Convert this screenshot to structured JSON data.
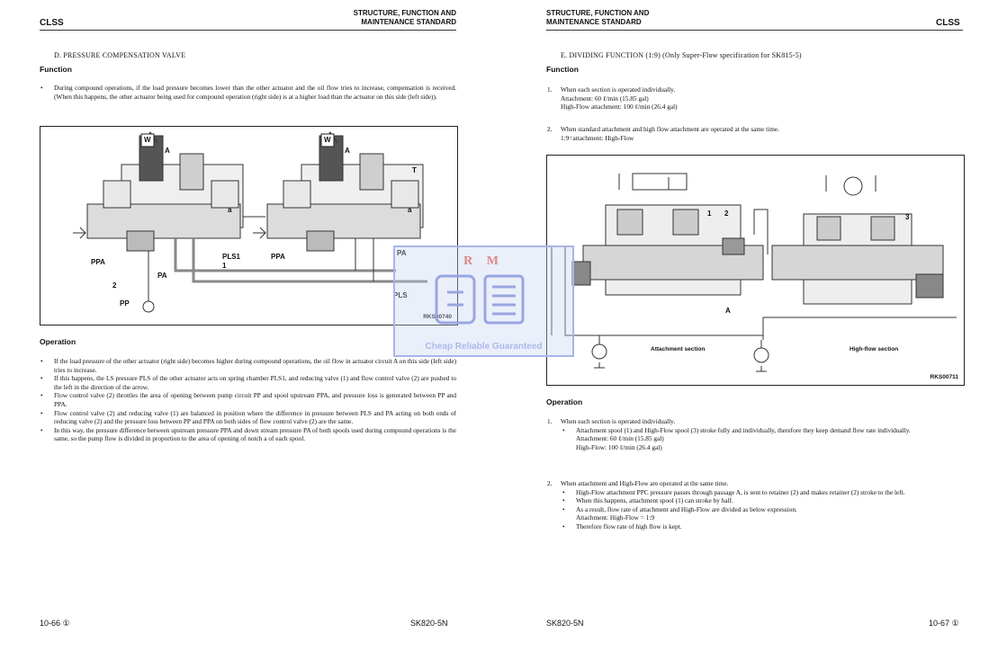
{
  "left_page": {
    "header_code": "CLSS",
    "header_title_1": "STRUCTURE, FUNCTION AND",
    "header_title_2": "MAINTENANCE STANDARD",
    "section_title": "D.   PRESSURE COMPENSATION VALVE",
    "function_heading": "Function",
    "function_text": "During compound operations, if the load pressure becomes lower than the other actuator and the oil flow tries to increase, compensation is received. (When this happens, the other actuator being used for compound operation (right side) is at a higher load than the actuator on this side (left side)).",
    "figure": {
      "code": "RKS00740",
      "labels": {
        "W1": "W",
        "W2": "W",
        "A1": "A",
        "A2": "A",
        "T": "T",
        "a1": "a",
        "a2": "a",
        "PPA1": "PPA",
        "PPA2": "PPA",
        "PA1": "PA",
        "PA2": "PA",
        "PLS1": "PLS1",
        "PLS": "PLS",
        "n1": "1",
        "n2": "2",
        "PP": "PP"
      }
    },
    "operation_heading": "Operation",
    "operation_items": [
      "If the load pressure of the other actuator (right side) becomes higher during compound operations, the oil flow in actuator circuit A on this side (left side) tries to increase.",
      "If this happens, the LS pressure PLS of the other actuator acts on spring chamber PLS1, and reducing valve (1) and flow control valve (2) are pushed to the left in the direction of the arrow.",
      "Flow control valve (2) throttles the area of opening between pump circuit PP and spool upstream PPA, and pressure loss is generated between PP and PPA.",
      "Flow control valve (2) and reducing valve (1) are balanced in position where the difference in pressure between PLS and PA acting on both ends of reducing valve (2) and the pressure loss between PP and PPA on both sides of flow control valve (2) are the same.",
      "In this way, the pressure difference between upstream pressure PPA and down stream pressure PA of both spools used during compound operations is the same, so the pump flow is divided in proportion to the area of opening of notch a of each spool."
    ],
    "footer_page": "10-66 ①",
    "footer_model": "SK820-5N"
  },
  "right_page": {
    "header_title_1": "STRUCTURE, FUNCTION AND",
    "header_title_2": "MAINTENANCE STANDARD",
    "header_code": "CLSS",
    "section_title": "E.   DIVIDING FUNCTION (1:9) (Only Super-Flow specification for SK815-5)",
    "function_heading": "Function",
    "function_items": [
      {
        "num": "1.",
        "lines": [
          "When each section is operated individually.",
          "Attachment: 60 ℓ/min (15.85 gal)",
          "High-Flow attachment: 100 ℓ/min (26.4 gal)"
        ]
      },
      {
        "num": "2.",
        "lines": [
          "When standard attachment and high flow attachment are operated at the same time.",
          "1:9=attachment: High-Flow"
        ]
      }
    ],
    "figure": {
      "code": "RKS00711",
      "labels": {
        "n1": "1",
        "n2": "2",
        "n3": "3",
        "A": "A",
        "attachment": "Attachment section",
        "highflow": "High-flow section"
      }
    },
    "operation_heading": "Operation",
    "op1_num": "1.",
    "op1_title": "When each section is operated individually.",
    "op1_bullets": [
      {
        "text": "Attachment spool (1) and High-Flow spool (3) stroke fully and individually, therefore they keep demand flow rate individually.",
        "extra": [
          "Attachment: 60 ℓ/min (15.85 gal)",
          "High-Flow: 100 ℓ/min (26.4 gal)"
        ]
      }
    ],
    "op2_num": "2.",
    "op2_title": "When attachment and High-Flow are operated at the same time.",
    "op2_bullets": [
      "High-Flow attachment PPC pressure passes through passage A, is sent to retainer (2) and makes retainer (2) stroke to the left.",
      "When this happens, attachment spool (1) can stroke by half.",
      "As a result, flow rate of attachment and High-Flow are divided as below expression.",
      "Therefore flow rate of high flow is kept."
    ],
    "op2_expr": "Attachment: High-Flow = 1:9",
    "footer_model": "SK820-5N",
    "footer_page": "10-67 ①"
  },
  "watermark": {
    "top": "R M",
    "bottom": "Cheap Reliable Guaranteed"
  }
}
